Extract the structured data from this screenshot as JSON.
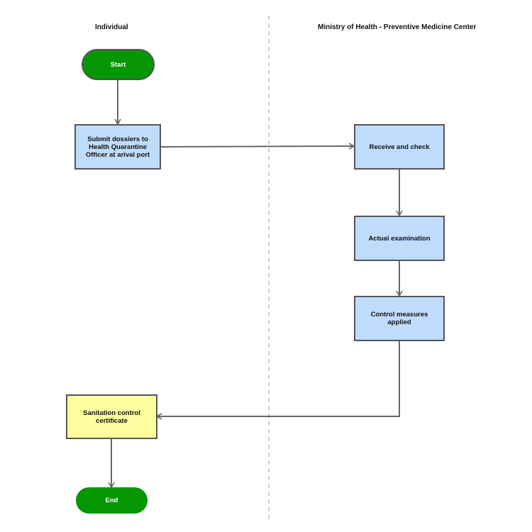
{
  "lanes": {
    "left": "Individual",
    "right": "Ministry of Health - Preventive Medicine Center"
  },
  "nodes": {
    "start": "Start",
    "submit": "Submit dossiers to Health Quarantine Officer at arival port",
    "receive": "Receive and check",
    "exam": "Actual examination",
    "control": "Control measures applied",
    "certificate": "Sanitation control certificate",
    "end": "End"
  },
  "colors": {
    "process_fill": "#bfdcfc",
    "certificate_fill": "#fefe9e",
    "terminal_fill": "#049603",
    "connector": "#666666",
    "lane_divider": "#cccccc"
  }
}
